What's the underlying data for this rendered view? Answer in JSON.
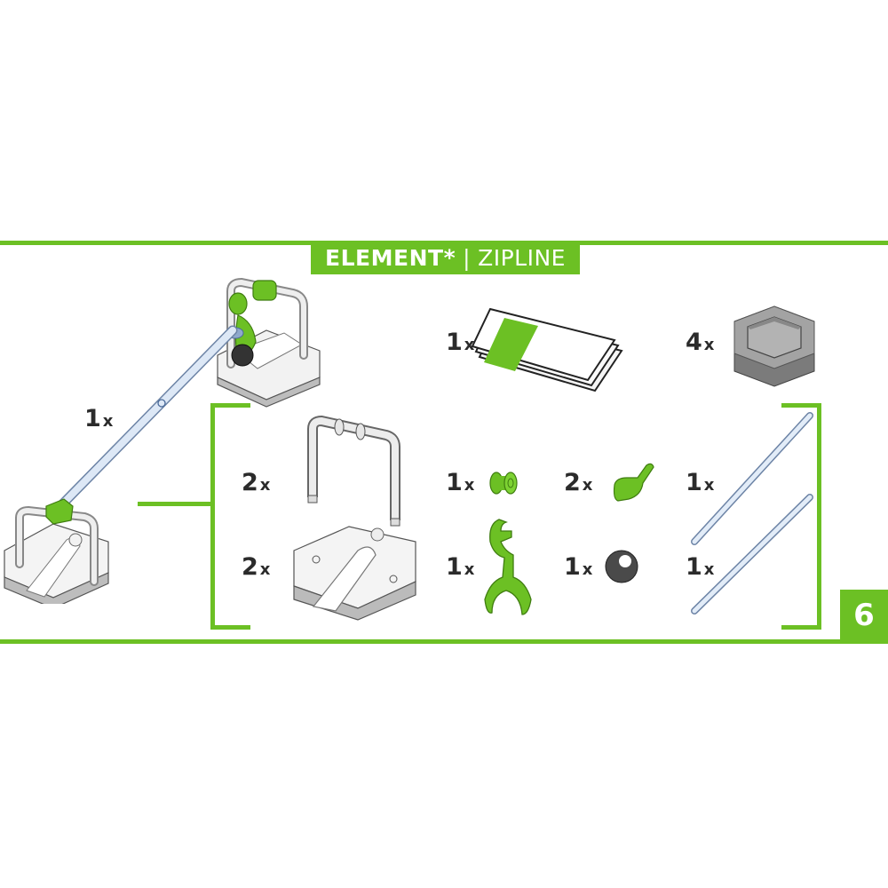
{
  "header": {
    "brand": "ELEMENT",
    "brand_mark": "*",
    "separator": "|",
    "product": "ZIPLINE"
  },
  "step": {
    "number": "6"
  },
  "colors": {
    "accent": "#6cc024",
    "text": "#2b2b2b",
    "part_grey": "#e8e8e8",
    "base_dark": "#8a8a8a"
  },
  "assembly": {
    "label": "1x",
    "description": "zipline-assembly"
  },
  "parts": [
    {
      "id": "instructions",
      "qty": "1",
      "icon": "instruction-booklet-icon"
    },
    {
      "id": "hex-base-tile",
      "qty": "4",
      "icon": "hex-tile-icon"
    },
    {
      "id": "frame-arch",
      "qty": "2",
      "icon": "rail-arch-icon"
    },
    {
      "id": "hex-slope-base",
      "qty": "2",
      "icon": "slope-base-icon"
    },
    {
      "id": "spool",
      "qty": "1",
      "icon": "spool-icon"
    },
    {
      "id": "rope-clip",
      "qty": "2",
      "icon": "clip-icon"
    },
    {
      "id": "zipline-trolley",
      "qty": "1",
      "icon": "trolley-icon"
    },
    {
      "id": "marble",
      "qty": "1",
      "icon": "marble-icon"
    },
    {
      "id": "zip-rope-upper",
      "qty": "1",
      "icon": "rope-icon"
    },
    {
      "id": "zip-rope-lower",
      "qty": "1",
      "icon": "rope-icon"
    }
  ],
  "multiplier": "x"
}
